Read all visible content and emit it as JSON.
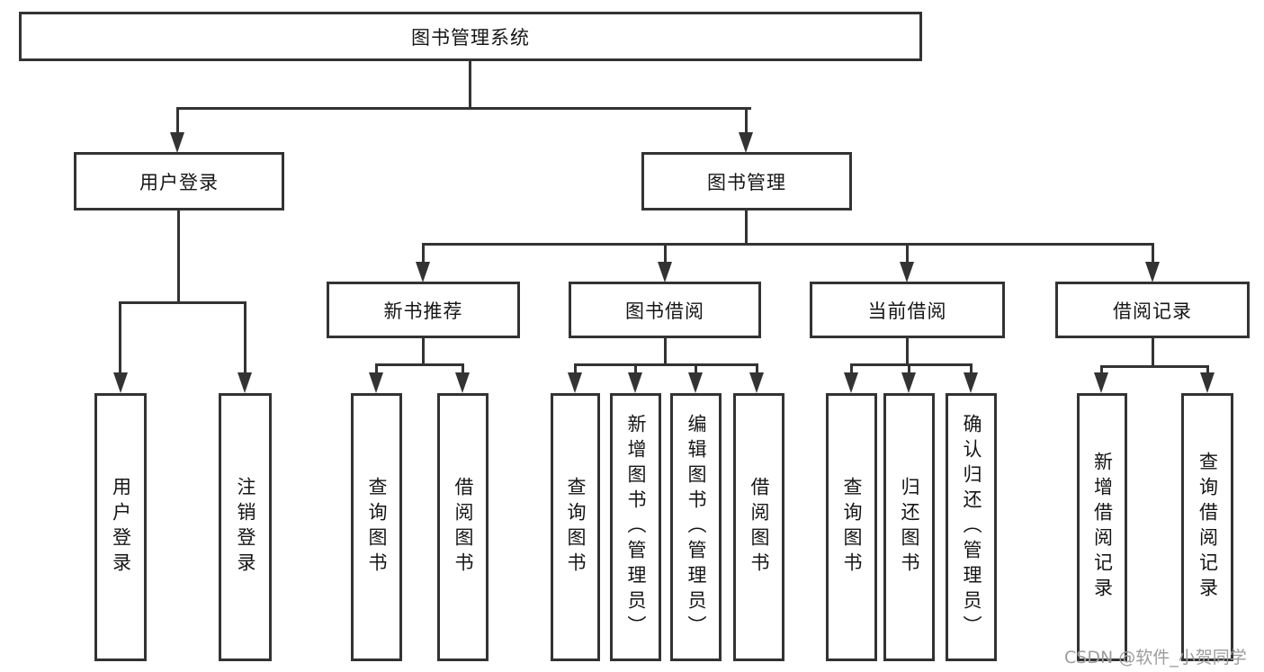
{
  "page": {
    "background": "#ffffff",
    "line_color": "#333333",
    "text_color": "#151515"
  },
  "tree": {
    "root": {
      "label": "图书管理系统"
    },
    "branches": [
      {
        "label": "用户登录",
        "children": [
          {
            "label": "用户登录"
          },
          {
            "label": "注销登录"
          }
        ]
      },
      {
        "label": "图书管理",
        "children": [
          {
            "label": "新书推荐",
            "children": [
              {
                "label": "查询图书"
              },
              {
                "label": "借阅图书"
              }
            ]
          },
          {
            "label": "图书借阅",
            "children": [
              {
                "label": "查询图书"
              },
              {
                "label": "新增图书（管理员）"
              },
              {
                "label": "编辑图书（管理员）"
              },
              {
                "label": "借阅图书"
              }
            ]
          },
          {
            "label": "当前借阅",
            "children": [
              {
                "label": "查询图书"
              },
              {
                "label": "归还图书"
              },
              {
                "label": "确认归还（管理员）"
              }
            ]
          },
          {
            "label": "借阅记录",
            "children": [
              {
                "label": "新增借阅记录"
              },
              {
                "label": "查询借阅记录"
              }
            ]
          }
        ]
      }
    ]
  },
  "watermark": {
    "text": "CSDN @软件_小贺同学",
    "color": "#9c9c9c"
  }
}
